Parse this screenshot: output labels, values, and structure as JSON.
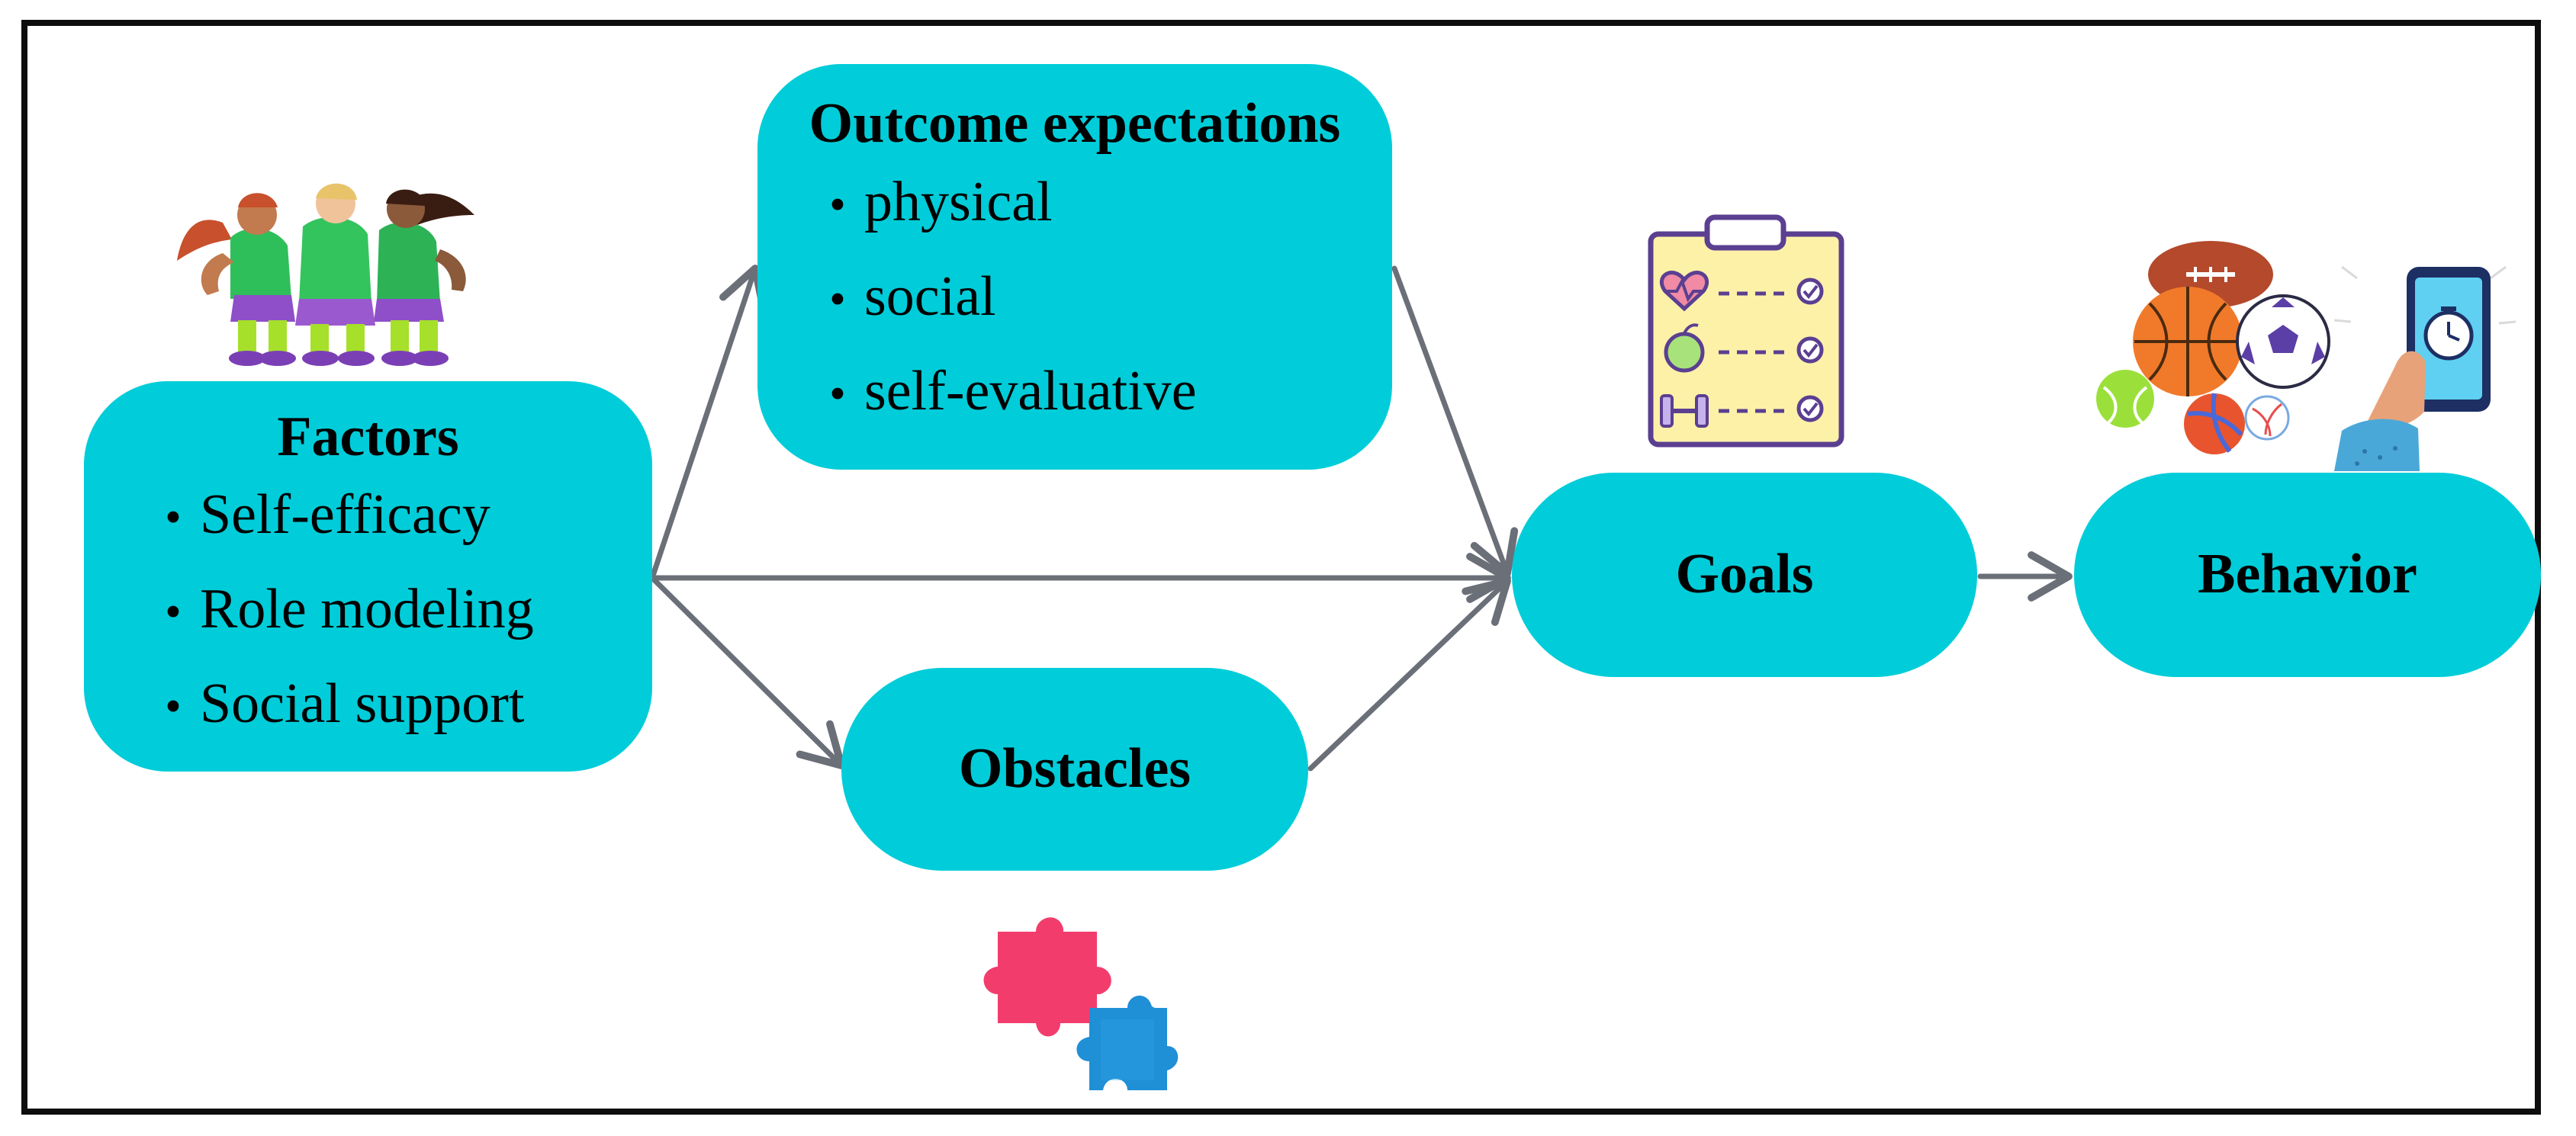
{
  "diagram": {
    "frame_color": "#0d0d0d",
    "node_color": "#00cdd9",
    "arrow_color": "#6a6f78",
    "nodes": {
      "factors": {
        "title": "Factors",
        "items": [
          "Self-efficacy",
          "Role modeling",
          "Social support"
        ]
      },
      "outcome": {
        "title": "Outcome expectations",
        "items": [
          "physical",
          "social",
          "self-evaluative"
        ]
      },
      "obstacles": {
        "title": "Obstacles"
      },
      "goals": {
        "title": "Goals"
      },
      "behavior": {
        "title": "Behavior"
      }
    },
    "bullet": "•",
    "edges": [
      {
        "from": "factors",
        "to": "outcome"
      },
      {
        "from": "factors",
        "to": "goals"
      },
      {
        "from": "factors",
        "to": "obstacles"
      },
      {
        "from": "outcome",
        "to": "goals"
      },
      {
        "from": "obstacles",
        "to": "goals"
      },
      {
        "from": "goals",
        "to": "behavior"
      }
    ],
    "illustrations": [
      {
        "name": "soccer-players-icon",
        "near": "factors"
      },
      {
        "name": "puzzle-pieces-icon",
        "near": "obstacles"
      },
      {
        "name": "health-checklist-icon",
        "near": "goals"
      },
      {
        "name": "sports-balls-icon",
        "near": "behavior"
      },
      {
        "name": "fitness-tracker-phone-icon",
        "near": "behavior"
      }
    ]
  }
}
